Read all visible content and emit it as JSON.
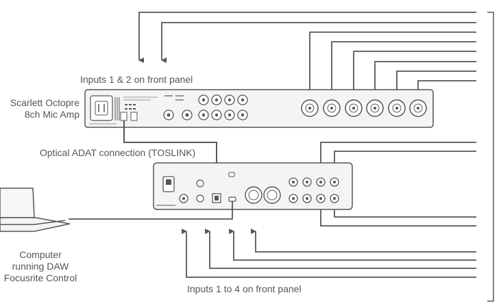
{
  "labels": {
    "inputs_front_octopre": "Inputs 1 & 2 on front panel",
    "octopre_name_line1": "Scarlett Octopre",
    "octopre_name_line2": "8ch Mic Amp",
    "adat_connection": "Optical ADAT connection (TOSLINK)",
    "computer_line1": "Computer",
    "computer_line2": "running DAW",
    "computer_line3": "Focusrite Control",
    "inputs_front_interface": "Inputs 1 to 4 on front panel"
  },
  "colors": {
    "line": "#555555",
    "device_fill": "#f4f4f4",
    "device_stroke": "#555555"
  },
  "icons": {
    "laptop": "laptop-icon",
    "xlr": "xlr-combo-connector-icon",
    "jack": "jack-socket-icon"
  }
}
